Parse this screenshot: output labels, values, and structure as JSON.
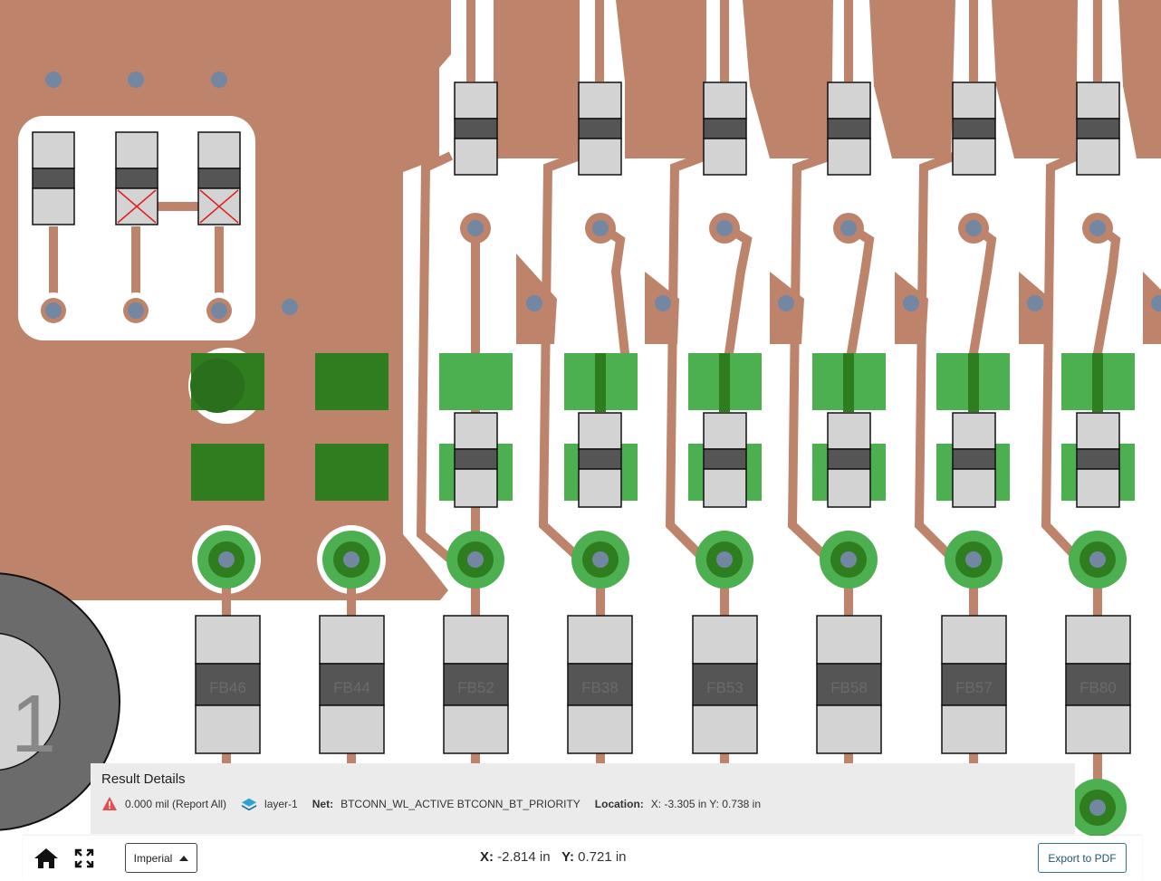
{
  "colors": {
    "copper": "#bd846b",
    "clearance": "#ffffff",
    "pad_green": "#2e7d1f",
    "pad_green_light": "#4caf50",
    "via": "#7387a3",
    "component_light": "#d3d3d3",
    "component_dark": "#555555",
    "error_marker": "#e02020",
    "panel_bg": "#ebebeb"
  },
  "board": {
    "ferrite_beads": [
      "FB46",
      "FB44",
      "FB52",
      "FB38",
      "FB53",
      "FB58",
      "FB57",
      "FB80"
    ],
    "corner_component_label": "1"
  },
  "result": {
    "title": "Result Details",
    "distance": "0.000 mil (Report All)",
    "layer": "layer-1",
    "net_label": "Net:",
    "net_value": "BTCONN_WL_ACTIVE BTCONN_BT_PRIORITY",
    "location_label": "Location:",
    "location_value": "X: -3.305 in Y: 0.738 in"
  },
  "toolbar": {
    "home_icon": "home-icon",
    "fit_icon": "fit-screen-icon",
    "units_value": "Imperial",
    "x_label": "X:",
    "x_value": "-2.814 in",
    "y_label": "Y:",
    "y_value": "0.721 in",
    "export_label": "Export to PDF"
  }
}
